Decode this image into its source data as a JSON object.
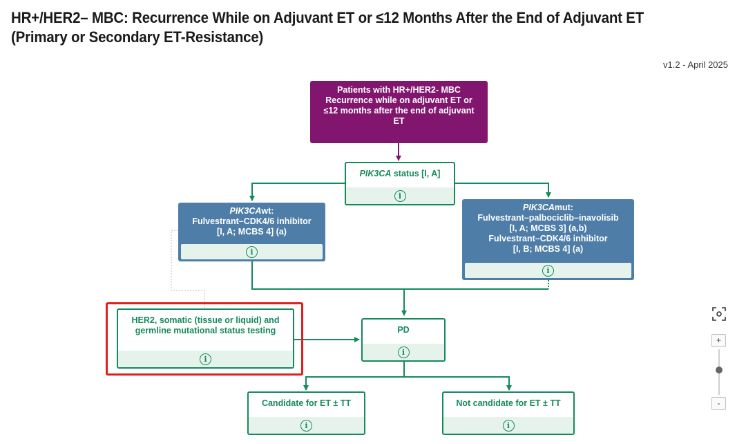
{
  "page": {
    "title": "HR+/HER2– MBC: Recurrence While on Adjuvant ET or ≤12 Months After the End of Adjuvant ET (Primary or Secondary ET-Resistance)",
    "version": "v1.2 - April 2025"
  },
  "info_glyph": "i",
  "nodes": {
    "patients": {
      "lines": [
        "Patients with HR+/HER2- MBC",
        "Recurrence while on adjuvant ET or",
        "≤12 months after the end of adjuvant",
        "ET"
      ]
    },
    "pik3ca_status": {
      "gene": "PIK3CA",
      "rest": " status [I, A]"
    },
    "pik3ca_wt": {
      "gene": "PIK3CA",
      "suffix": "wt:",
      "lines": [
        "Fulvestrant–CDK4/6 inhibitor",
        "[I, A; MCBS 4] (a)"
      ]
    },
    "pik3ca_mut": {
      "gene": "PIK3CA",
      "suffix": "mut:",
      "lines": [
        "Fulvestrant–palbociclib–inavolisib",
        "[I, A; MCBS 3] (a,b)",
        "Fulvestrant–CDK4/6 inhibitor",
        "[I, B; MCBS 4] (a)"
      ]
    },
    "her2_testing": {
      "lines": [
        "HER2, somatic (tissue or liquid) and",
        "germline mutational status testing"
      ]
    },
    "pd": {
      "label": "PD"
    },
    "candidate": {
      "label": "Candidate for ET ± TT"
    },
    "not_candidate": {
      "label": "Not candidate for ET ± TT"
    }
  },
  "colors": {
    "purple": "#82166f",
    "blue": "#4e7ea8",
    "green": "#138a5a",
    "green_light": "#e6f3ec",
    "highlight_red": "#e21e1e",
    "dotted_gray": "#c8c8c8"
  },
  "zoom": {
    "plus": "+",
    "minus": "-",
    "reset_icon": "focus-icon"
  }
}
